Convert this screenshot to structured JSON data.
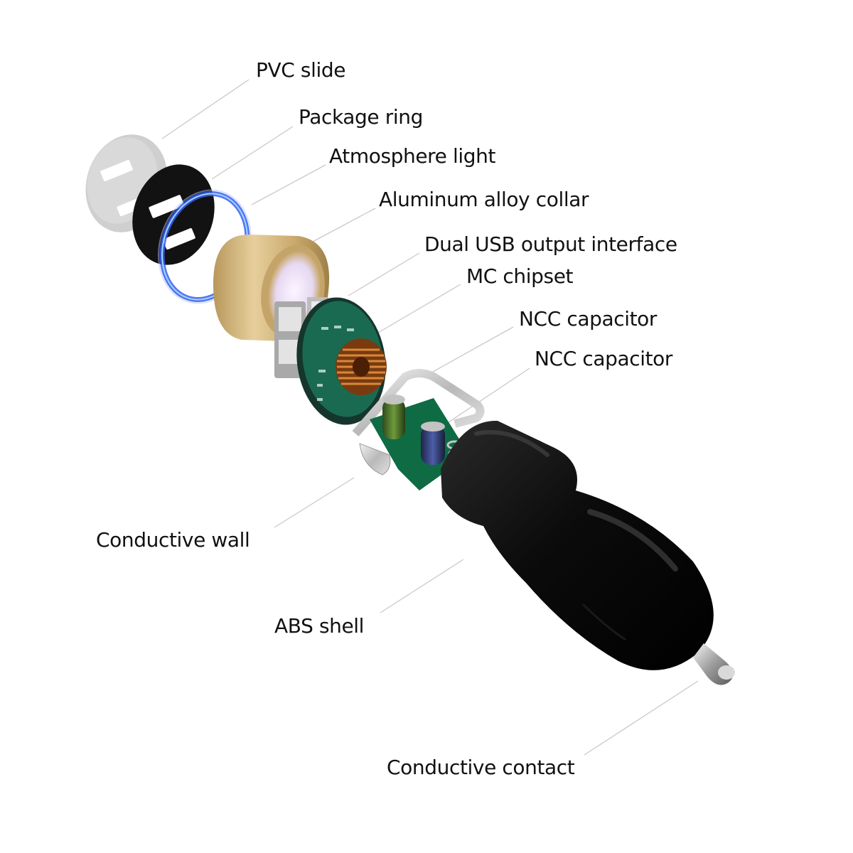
{
  "diagram": {
    "components": [
      {
        "id": "pvc-slide",
        "label": "PVC slide"
      },
      {
        "id": "package-ring",
        "label": "Package ring"
      },
      {
        "id": "atmosphere-light",
        "label": "Atmosphere light"
      },
      {
        "id": "aluminum-alloy-collar",
        "label": "Aluminum alloy collar"
      },
      {
        "id": "dual-usb-output-interface",
        "label": "Dual USB output interface"
      },
      {
        "id": "mc-chipset",
        "label": "MC chipset"
      },
      {
        "id": "ncc-capacitor-1",
        "label": "NCC capacitor"
      },
      {
        "id": "ncc-capacitor-2",
        "label": "NCC capacitor"
      },
      {
        "id": "conductive-wall",
        "label": "Conductive wall"
      },
      {
        "id": "abs-shell",
        "label": "ABS shell"
      },
      {
        "id": "conductive-contact",
        "label": "Conductive contact"
      }
    ],
    "colors": {
      "pvc_slide": "#cfcfcf",
      "package_ring": "#111111",
      "atmosphere_light": "#4f6ff0",
      "aluminum_collar": "#cdb078",
      "pcb": "#1a6a52",
      "shell": "#0c0c0c",
      "contact": "#c8c8c8",
      "leader_line": "#c9c9c9"
    }
  }
}
